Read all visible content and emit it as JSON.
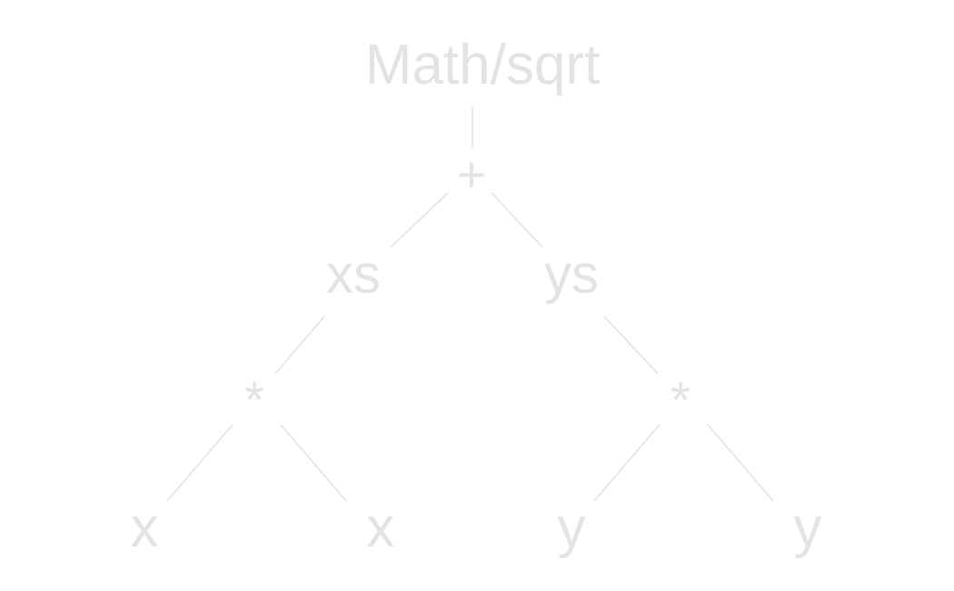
{
  "tree": {
    "root": "Math/sqrt",
    "plus": "+",
    "xs": "xs",
    "ys": "ys",
    "mul_left": "*",
    "mul_right": "*",
    "leaf1": "x",
    "leaf2": "x",
    "leaf3": "y",
    "leaf4": "y"
  },
  "colors": {
    "node_text": "#e3e3e3",
    "edge": "#e3e3e3",
    "background": "#ffffff"
  }
}
